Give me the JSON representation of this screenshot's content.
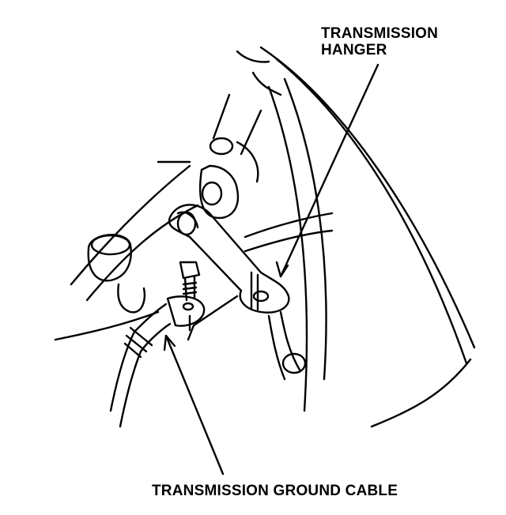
{
  "labels": {
    "transmission_hanger_line1": "TRANSMISSION",
    "transmission_hanger_line2": "HANGER",
    "transmission_ground_cable": "TRANSMISSION GROUND CABLE"
  },
  "colors": {
    "ink": "#000000",
    "paper": "#ffffff"
  }
}
